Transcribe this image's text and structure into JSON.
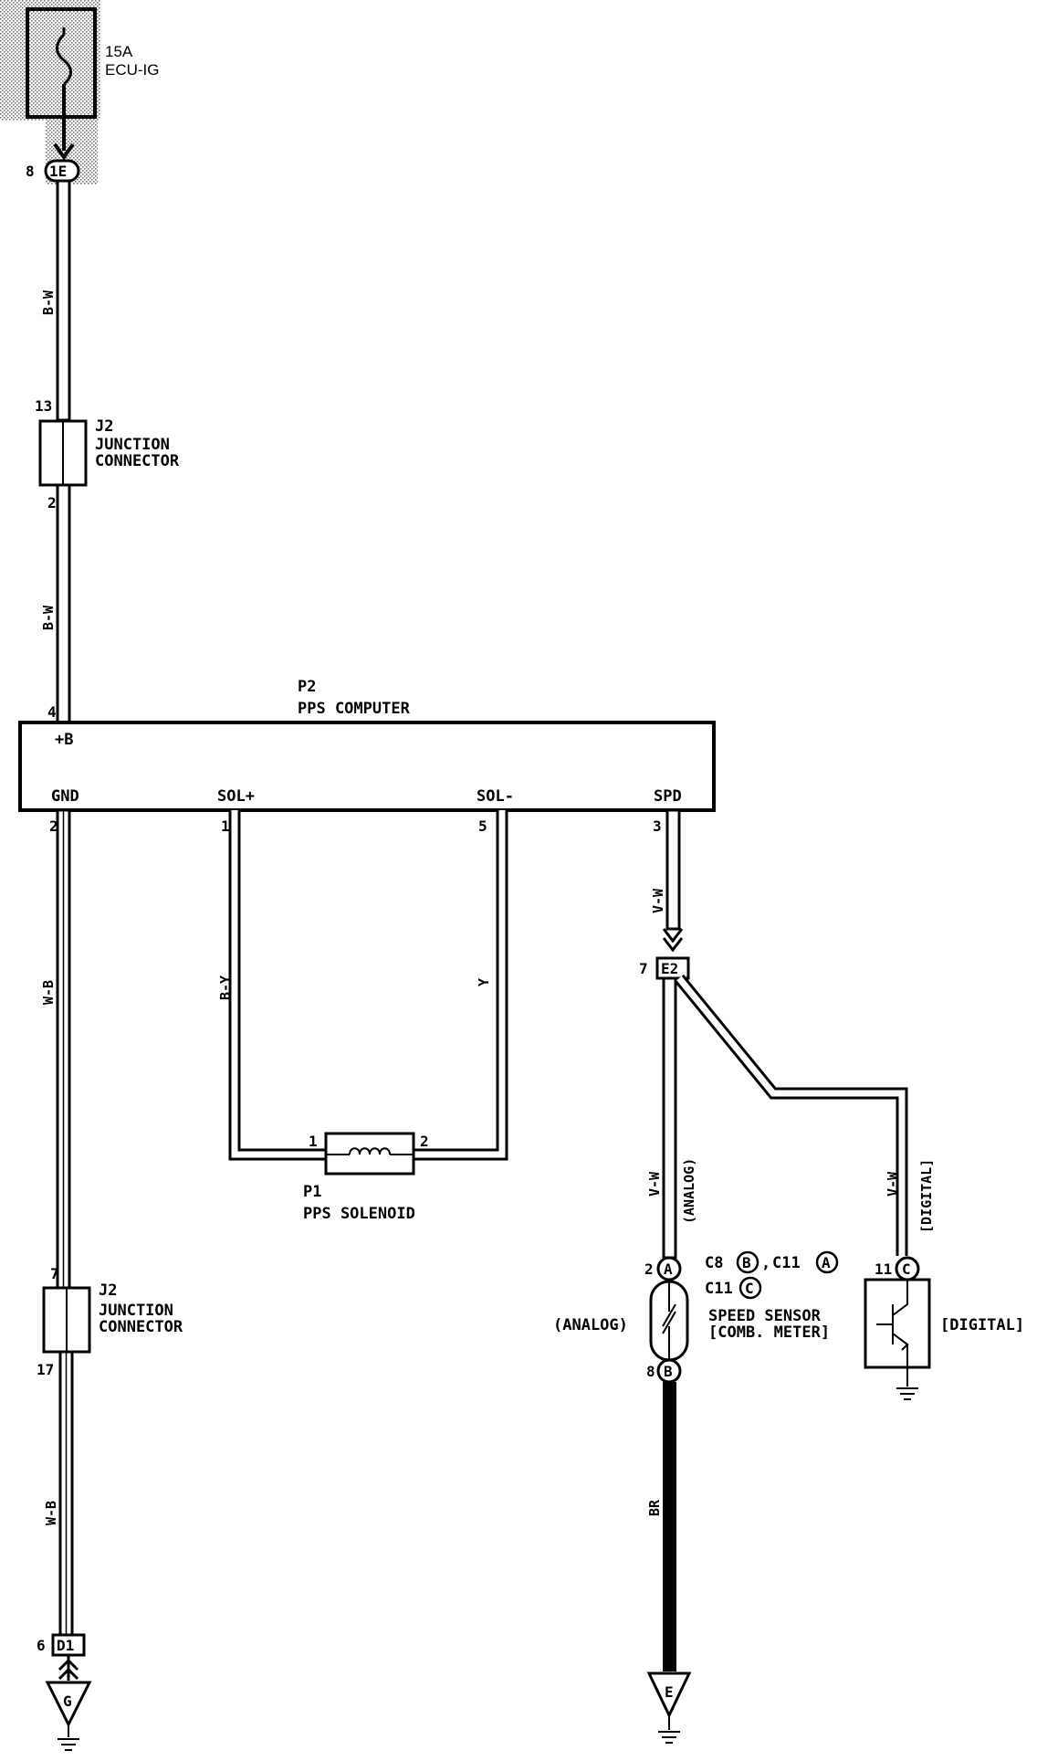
{
  "fuse": {
    "rating": "15A",
    "name": "ECU-IG",
    "connector_pin": "8",
    "connector_id": "1E"
  },
  "j2_top": {
    "id": "J2",
    "line1": "JUNCTION",
    "line2": "CONNECTOR",
    "pin_in": "13",
    "pin_out": "2"
  },
  "j2_bottom": {
    "id": "J2",
    "line1": "JUNCTION",
    "line2": "CONNECTOR",
    "pin_in": "7",
    "pin_out": "17"
  },
  "computer": {
    "id": "P2",
    "name": "PPS COMPUTER",
    "terminals": {
      "b_plus": "+B",
      "gnd": "GND",
      "sol_plus": "SOL+",
      "sol_minus": "SOL-",
      "spd": "SPD"
    },
    "pins": {
      "b_plus": "4",
      "gnd": "2",
      "sol_plus": "1",
      "sol_minus": "5",
      "spd": "3"
    }
  },
  "solenoid": {
    "id": "P1",
    "name": "PPS SOLENOID",
    "pin1": "1",
    "pin2": "2"
  },
  "wires": {
    "bw_1": "B-W",
    "bw_2": "B-W",
    "wb_1": "W-B",
    "wb_2": "W-B",
    "by": "B-Y",
    "y": "Y",
    "vw_1": "V-W",
    "vw_analog": "V-W",
    "vw_digital": "V-W",
    "br": "BR"
  },
  "e2_connector": {
    "id": "E2",
    "pin": "7"
  },
  "d1_connector": {
    "id": "D1",
    "pin": "6"
  },
  "ground_g": "G",
  "ground_e": "E",
  "speed_sensor": {
    "line1": "SPEED SENSOR",
    "line2": "[COMB. METER]",
    "ref_c8": "C8",
    "ref_c8_b": "B",
    "ref_c11": "C11",
    "ref_c11_a": "A",
    "ref_c11_2": "C11",
    "ref_c11_c": "C",
    "analog_label": "(ANALOG)",
    "digital_label": "[DIGITAL]",
    "analog_wire_label": "(ANALOG)",
    "digital_wire_label": "[DIGITAL]",
    "pin_a": "2",
    "conn_a": "A",
    "pin_b": "8",
    "conn_b": "B",
    "pin_c": "11",
    "conn_c": "C"
  }
}
